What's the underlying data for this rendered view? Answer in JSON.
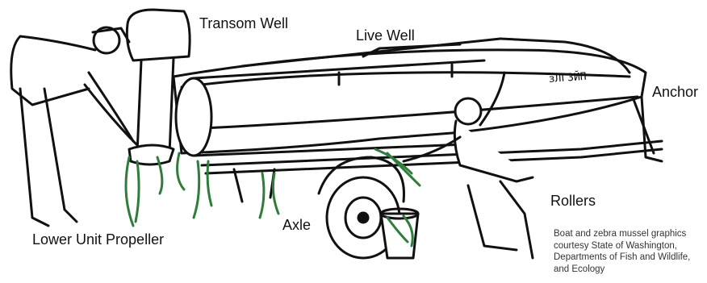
{
  "labels": {
    "transom_well": "Transom Well",
    "live_well": "Live Well",
    "anchor": "Anchor",
    "rollers": "Rollers",
    "axle": "Axle",
    "lower_unit_propeller": "Lower Unit Propeller"
  },
  "hull_registration": "зЛГЗЙП",
  "credit": {
    "line1": "Boat and zebra mussel graphics",
    "line2": "courtesy State of Washington,",
    "line3": "Departments of Fish and Wildlife,",
    "line4": "and Ecology"
  },
  "colors": {
    "ink": "#111111",
    "weed": "#2e7d3a",
    "paper": "#ffffff"
  }
}
